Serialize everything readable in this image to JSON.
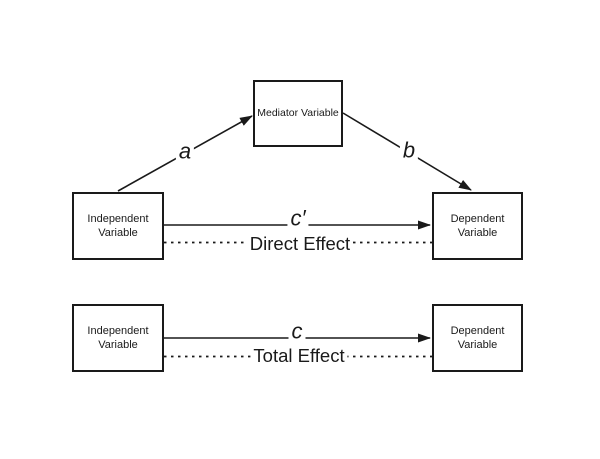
{
  "palette": {
    "ink": "#1a1a1a",
    "background": "#ffffff"
  },
  "mediation_model": {
    "mediator_label": "Mediator Variable",
    "independent_label": "Independent Variable",
    "dependent_label": "Dependent Variable",
    "path_a_label": "a",
    "path_b_label": "b",
    "path_c_prime_label": "c′",
    "direct_effect_label": "Direct Effect"
  },
  "total_effect_model": {
    "independent_label": "Independent Variable",
    "dependent_label": "Dependent Variable",
    "path_c_label": "c",
    "total_effect_label": "Total Effect"
  }
}
